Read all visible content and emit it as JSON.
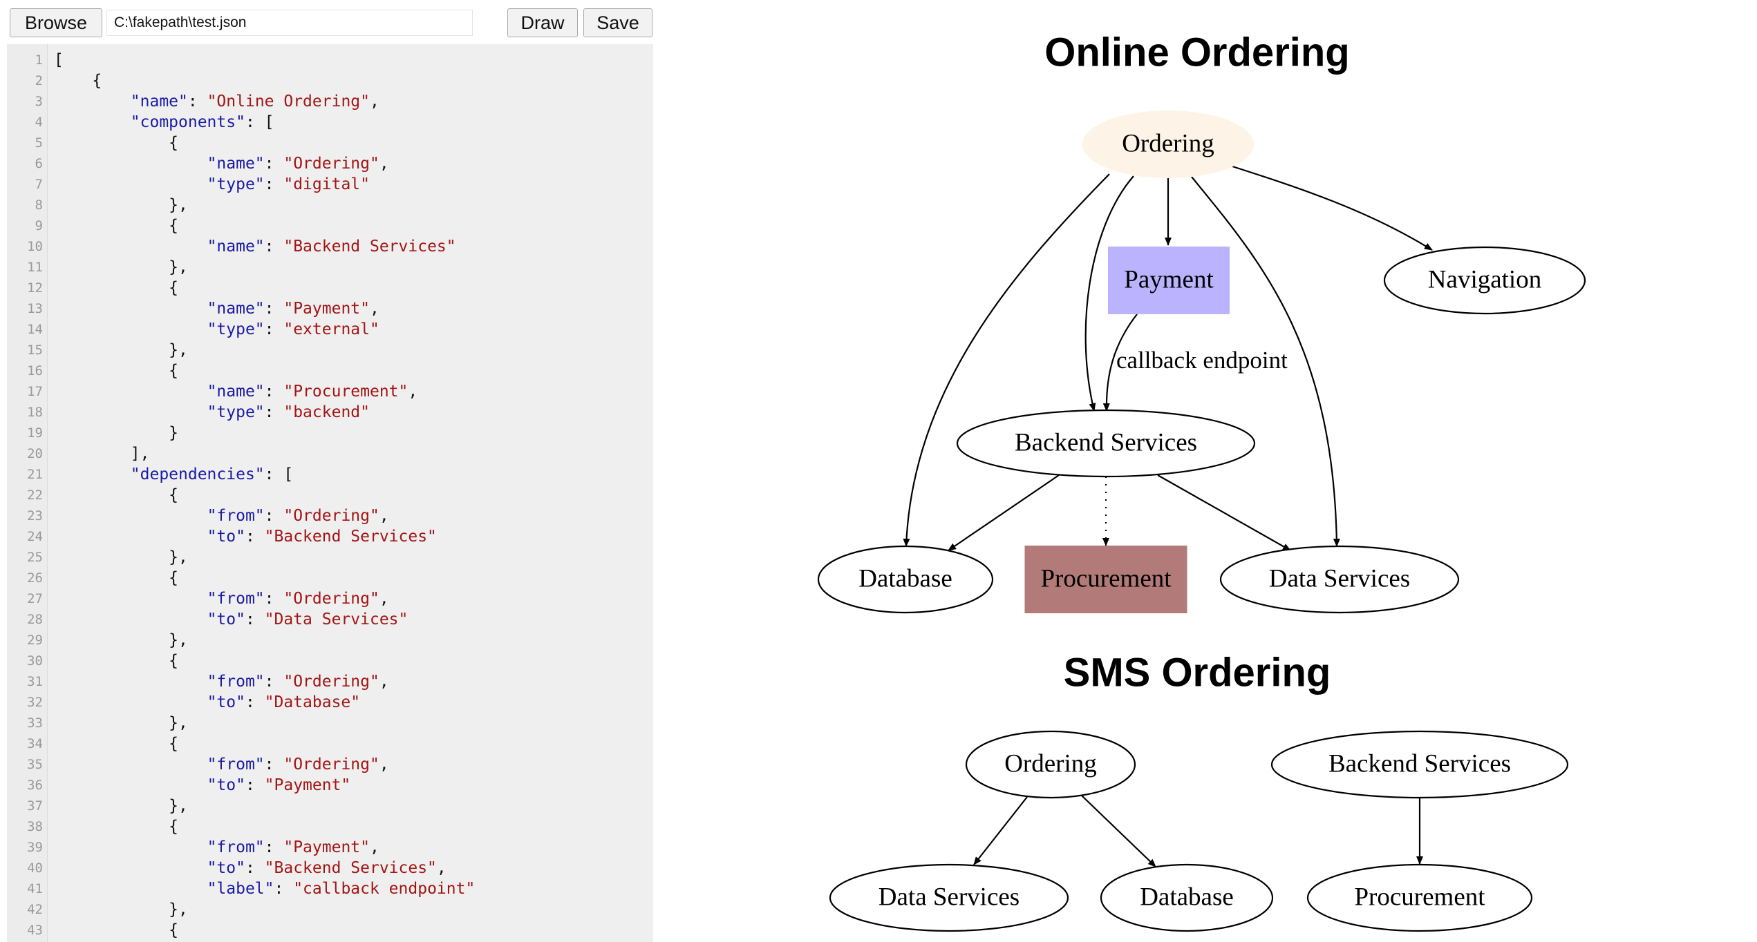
{
  "toolbar": {
    "browse_label": "Browse",
    "file_path": "C:\\fakepath\\test.json",
    "draw_label": "Draw",
    "save_label": "Save"
  },
  "editor": {
    "start_line": 1,
    "lines": [
      [
        {
          "t": "p",
          "v": "["
        }
      ],
      [
        {
          "t": "p",
          "v": "    {"
        }
      ],
      [
        {
          "t": "p",
          "v": "        "
        },
        {
          "t": "k",
          "v": "\"name\""
        },
        {
          "t": "p",
          "v": ": "
        },
        {
          "t": "s",
          "v": "\"Online Ordering\""
        },
        {
          "t": "p",
          "v": ","
        }
      ],
      [
        {
          "t": "p",
          "v": "        "
        },
        {
          "t": "k",
          "v": "\"components\""
        },
        {
          "t": "p",
          "v": ": ["
        }
      ],
      [
        {
          "t": "p",
          "v": "            {"
        }
      ],
      [
        {
          "t": "p",
          "v": "                "
        },
        {
          "t": "k",
          "v": "\"name\""
        },
        {
          "t": "p",
          "v": ": "
        },
        {
          "t": "s",
          "v": "\"Ordering\""
        },
        {
          "t": "p",
          "v": ","
        }
      ],
      [
        {
          "t": "p",
          "v": "                "
        },
        {
          "t": "k",
          "v": "\"type\""
        },
        {
          "t": "p",
          "v": ": "
        },
        {
          "t": "s",
          "v": "\"digital\""
        }
      ],
      [
        {
          "t": "p",
          "v": "            },"
        }
      ],
      [
        {
          "t": "p",
          "v": "            {"
        }
      ],
      [
        {
          "t": "p",
          "v": "                "
        },
        {
          "t": "k",
          "v": "\"name\""
        },
        {
          "t": "p",
          "v": ": "
        },
        {
          "t": "s",
          "v": "\"Backend Services\""
        }
      ],
      [
        {
          "t": "p",
          "v": "            },"
        }
      ],
      [
        {
          "t": "p",
          "v": "            {"
        }
      ],
      [
        {
          "t": "p",
          "v": "                "
        },
        {
          "t": "k",
          "v": "\"name\""
        },
        {
          "t": "p",
          "v": ": "
        },
        {
          "t": "s",
          "v": "\"Payment\""
        },
        {
          "t": "p",
          "v": ","
        }
      ],
      [
        {
          "t": "p",
          "v": "                "
        },
        {
          "t": "k",
          "v": "\"type\""
        },
        {
          "t": "p",
          "v": ": "
        },
        {
          "t": "s",
          "v": "\"external\""
        }
      ],
      [
        {
          "t": "p",
          "v": "            },"
        }
      ],
      [
        {
          "t": "p",
          "v": "            {"
        }
      ],
      [
        {
          "t": "p",
          "v": "                "
        },
        {
          "t": "k",
          "v": "\"name\""
        },
        {
          "t": "p",
          "v": ": "
        },
        {
          "t": "s",
          "v": "\"Procurement\""
        },
        {
          "t": "p",
          "v": ","
        }
      ],
      [
        {
          "t": "p",
          "v": "                "
        },
        {
          "t": "k",
          "v": "\"type\""
        },
        {
          "t": "p",
          "v": ": "
        },
        {
          "t": "s",
          "v": "\"backend\""
        }
      ],
      [
        {
          "t": "p",
          "v": "            }"
        }
      ],
      [
        {
          "t": "p",
          "v": "        ],"
        }
      ],
      [
        {
          "t": "p",
          "v": "        "
        },
        {
          "t": "k",
          "v": "\"dependencies\""
        },
        {
          "t": "p",
          "v": ": ["
        }
      ],
      [
        {
          "t": "p",
          "v": "            {"
        }
      ],
      [
        {
          "t": "p",
          "v": "                "
        },
        {
          "t": "k",
          "v": "\"from\""
        },
        {
          "t": "p",
          "v": ": "
        },
        {
          "t": "s",
          "v": "\"Ordering\""
        },
        {
          "t": "p",
          "v": ","
        }
      ],
      [
        {
          "t": "p",
          "v": "                "
        },
        {
          "t": "k",
          "v": "\"to\""
        },
        {
          "t": "p",
          "v": ": "
        },
        {
          "t": "s",
          "v": "\"Backend Services\""
        }
      ],
      [
        {
          "t": "p",
          "v": "            },"
        }
      ],
      [
        {
          "t": "p",
          "v": "            {"
        }
      ],
      [
        {
          "t": "p",
          "v": "                "
        },
        {
          "t": "k",
          "v": "\"from\""
        },
        {
          "t": "p",
          "v": ": "
        },
        {
          "t": "s",
          "v": "\"Ordering\""
        },
        {
          "t": "p",
          "v": ","
        }
      ],
      [
        {
          "t": "p",
          "v": "                "
        },
        {
          "t": "k",
          "v": "\"to\""
        },
        {
          "t": "p",
          "v": ": "
        },
        {
          "t": "s",
          "v": "\"Data Services\""
        }
      ],
      [
        {
          "t": "p",
          "v": "            },"
        }
      ],
      [
        {
          "t": "p",
          "v": "            {"
        }
      ],
      [
        {
          "t": "p",
          "v": "                "
        },
        {
          "t": "k",
          "v": "\"from\""
        },
        {
          "t": "p",
          "v": ": "
        },
        {
          "t": "s",
          "v": "\"Ordering\""
        },
        {
          "t": "p",
          "v": ","
        }
      ],
      [
        {
          "t": "p",
          "v": "                "
        },
        {
          "t": "k",
          "v": "\"to\""
        },
        {
          "t": "p",
          "v": ": "
        },
        {
          "t": "s",
          "v": "\"Database\""
        }
      ],
      [
        {
          "t": "p",
          "v": "            },"
        }
      ],
      [
        {
          "t": "p",
          "v": "            {"
        }
      ],
      [
        {
          "t": "p",
          "v": "                "
        },
        {
          "t": "k",
          "v": "\"from\""
        },
        {
          "t": "p",
          "v": ": "
        },
        {
          "t": "s",
          "v": "\"Ordering\""
        },
        {
          "t": "p",
          "v": ","
        }
      ],
      [
        {
          "t": "p",
          "v": "                "
        },
        {
          "t": "k",
          "v": "\"to\""
        },
        {
          "t": "p",
          "v": ": "
        },
        {
          "t": "s",
          "v": "\"Payment\""
        }
      ],
      [
        {
          "t": "p",
          "v": "            },"
        }
      ],
      [
        {
          "t": "p",
          "v": "            {"
        }
      ],
      [
        {
          "t": "p",
          "v": "                "
        },
        {
          "t": "k",
          "v": "\"from\""
        },
        {
          "t": "p",
          "v": ": "
        },
        {
          "t": "s",
          "v": "\"Payment\""
        },
        {
          "t": "p",
          "v": ","
        }
      ],
      [
        {
          "t": "p",
          "v": "                "
        },
        {
          "t": "k",
          "v": "\"to\""
        },
        {
          "t": "p",
          "v": ": "
        },
        {
          "t": "s",
          "v": "\"Backend Services\""
        },
        {
          "t": "p",
          "v": ","
        }
      ],
      [
        {
          "t": "p",
          "v": "                "
        },
        {
          "t": "k",
          "v": "\"label\""
        },
        {
          "t": "p",
          "v": ": "
        },
        {
          "t": "s",
          "v": "\"callback endpoint\""
        }
      ],
      [
        {
          "t": "p",
          "v": "            },"
        }
      ],
      [
        {
          "t": "p",
          "v": "            {"
        }
      ]
    ]
  },
  "diagrams": [
    {
      "title": "Online Ordering",
      "nodes": [
        {
          "label": "Ordering",
          "shape": "ellipse",
          "fill": "#fdf3e6",
          "stroke": "none"
        },
        {
          "label": "Payment",
          "shape": "box",
          "fill": "#bcb3ff",
          "stroke": "none"
        },
        {
          "label": "Navigation",
          "shape": "ellipse",
          "fill": "#ffffff",
          "stroke": "#000000"
        },
        {
          "label": "Backend Services",
          "shape": "ellipse",
          "fill": "#ffffff",
          "stroke": "#000000"
        },
        {
          "label": "Database",
          "shape": "ellipse",
          "fill": "#ffffff",
          "stroke": "#000000"
        },
        {
          "label": "Procurement",
          "shape": "box",
          "fill": "#b27a78",
          "stroke": "none"
        },
        {
          "label": "Data Services",
          "shape": "ellipse",
          "fill": "#ffffff",
          "stroke": "#000000"
        }
      ],
      "edges": [
        {
          "from": 0,
          "to": 1,
          "style": "solid"
        },
        {
          "from": 0,
          "to": 2,
          "style": "solid"
        },
        {
          "from": 0,
          "to": 3,
          "style": "solid"
        },
        {
          "from": 0,
          "to": 4,
          "style": "solid"
        },
        {
          "from": 0,
          "to": 6,
          "style": "solid"
        },
        {
          "from": 1,
          "to": 3,
          "style": "solid",
          "label": "callback endpoint"
        },
        {
          "from": 3,
          "to": 4,
          "style": "solid"
        },
        {
          "from": 3,
          "to": 5,
          "style": "dotted"
        },
        {
          "from": 3,
          "to": 6,
          "style": "solid"
        }
      ]
    },
    {
      "title": "SMS Ordering",
      "nodes": [
        {
          "label": "Ordering",
          "shape": "ellipse",
          "fill": "#ffffff",
          "stroke": "#000000"
        },
        {
          "label": "Backend Services",
          "shape": "ellipse",
          "fill": "#ffffff",
          "stroke": "#000000"
        },
        {
          "label": "Data Services",
          "shape": "ellipse",
          "fill": "#ffffff",
          "stroke": "#000000"
        },
        {
          "label": "Database",
          "shape": "ellipse",
          "fill": "#ffffff",
          "stroke": "#000000"
        },
        {
          "label": "Procurement",
          "shape": "ellipse",
          "fill": "#ffffff",
          "stroke": "#000000"
        }
      ],
      "edges": [
        {
          "from": 0,
          "to": 2,
          "style": "solid"
        },
        {
          "from": 0,
          "to": 3,
          "style": "solid"
        },
        {
          "from": 1,
          "to": 4,
          "style": "solid"
        }
      ]
    }
  ]
}
